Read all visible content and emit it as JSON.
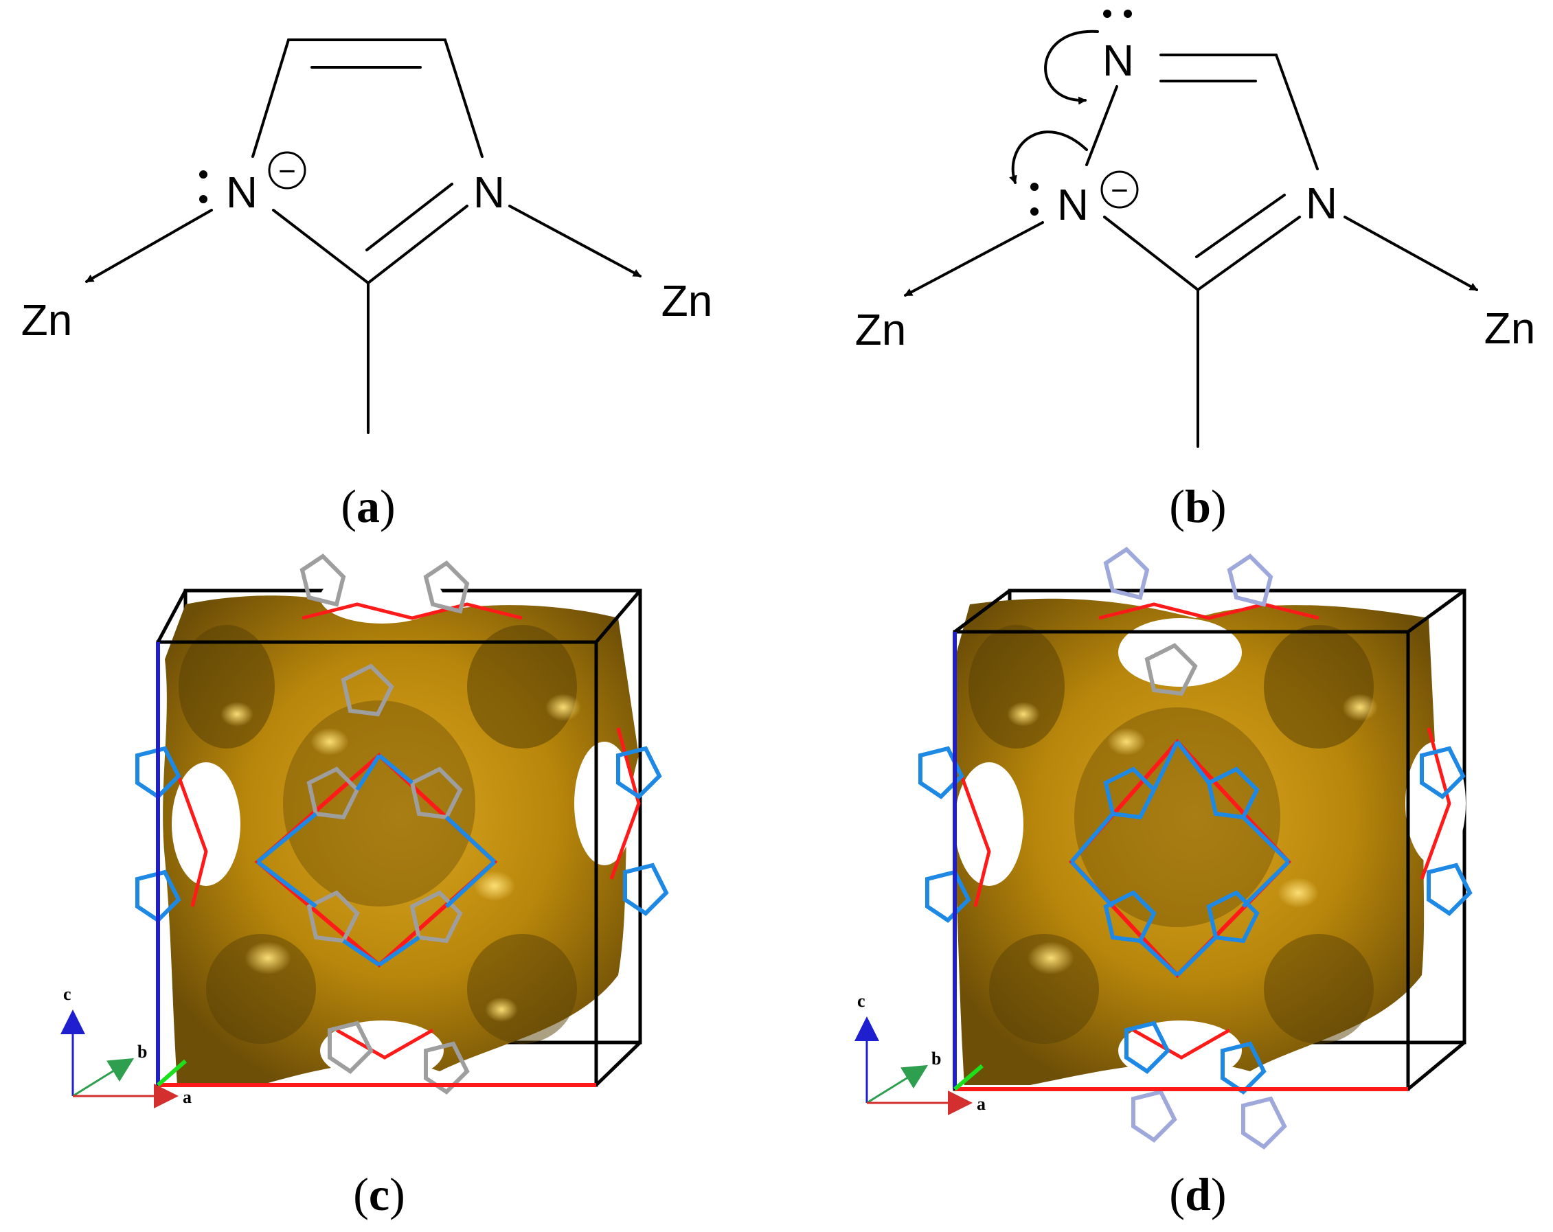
{
  "panels": {
    "a": {
      "label_open": "(",
      "label_letter": "a",
      "label_close": ")",
      "atoms": [
        "N",
        "N",
        "Zn",
        "Zn"
      ],
      "charge": "−"
    },
    "b": {
      "label_open": "(",
      "label_letter": "b",
      "label_close": ")",
      "atoms": [
        "N",
        "N",
        "N",
        "Zn",
        "Zn"
      ],
      "charge": "−"
    },
    "c": {
      "label_open": "(",
      "label_letter": "c",
      "label_close": ")",
      "axes": [
        "c",
        "b",
        "a"
      ]
    },
    "d": {
      "label_open": "(",
      "label_letter": "d",
      "label_close": ")",
      "axes": [
        "c",
        "b",
        "a"
      ]
    }
  },
  "colors": {
    "cavity": "#b8860b",
    "cavity_dark": "#7a5a08",
    "zn_link": "#ff1a1a",
    "nitrogen": "#1e88e5",
    "carbon": "#9e9e9e",
    "hydrogen": "#e0e0e0",
    "axis_a": "#d32f2f",
    "axis_b": "#2e9e4f",
    "axis_c": "#1f1fd0"
  }
}
